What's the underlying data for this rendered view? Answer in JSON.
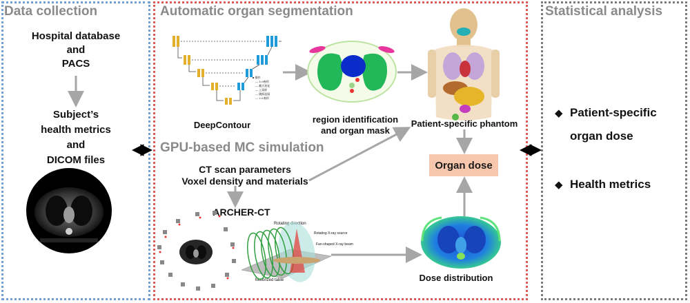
{
  "panels": {
    "data_collection": {
      "title": "Data collection",
      "hospital_line1": "Hospital database",
      "hospital_line2": "and",
      "hospital_line3": "PACS",
      "subject_line1": "Subject’s",
      "subject_line2": "health metrics",
      "subject_line3": "and",
      "subject_line4": "DICOM files"
    },
    "segmentation": {
      "title": "Automatic organ segmentation",
      "deepcontour_label": "DeepContour",
      "region_label_line1": "region identification",
      "region_label_line2": "and organ mask",
      "phantom_label": "Patient-specific phantom"
    },
    "mc_simulation": {
      "title": "GPU-based MC simulation",
      "params_line1": "CT scan parameters",
      "params_line2": "Voxel density and materials",
      "archer_label": "ARCHER-CT",
      "organ_dose": "Organ dose",
      "dose_distribution": "Dose distribution",
      "rotating_direction": "Rotating direction",
      "rotating_source": "Rotating X-ray source",
      "fan_beam": "Fan-shaped X-ray beam",
      "motorized_table": "Motorized table"
    },
    "statistical_analysis": {
      "title": "Statistical analysis",
      "bullet_marker": "◆",
      "bullets": [
        "Patient-specific",
        "organ dose",
        "Health metrics"
      ]
    }
  },
  "colors": {
    "data_panel_border": "#6f9fd3",
    "segmentation_panel_border": "#e05757",
    "analysis_panel_border": "#7b7b7b",
    "arrow_gray": "#a6a6a6",
    "organ_dose_fill": "#f6c6ad"
  }
}
